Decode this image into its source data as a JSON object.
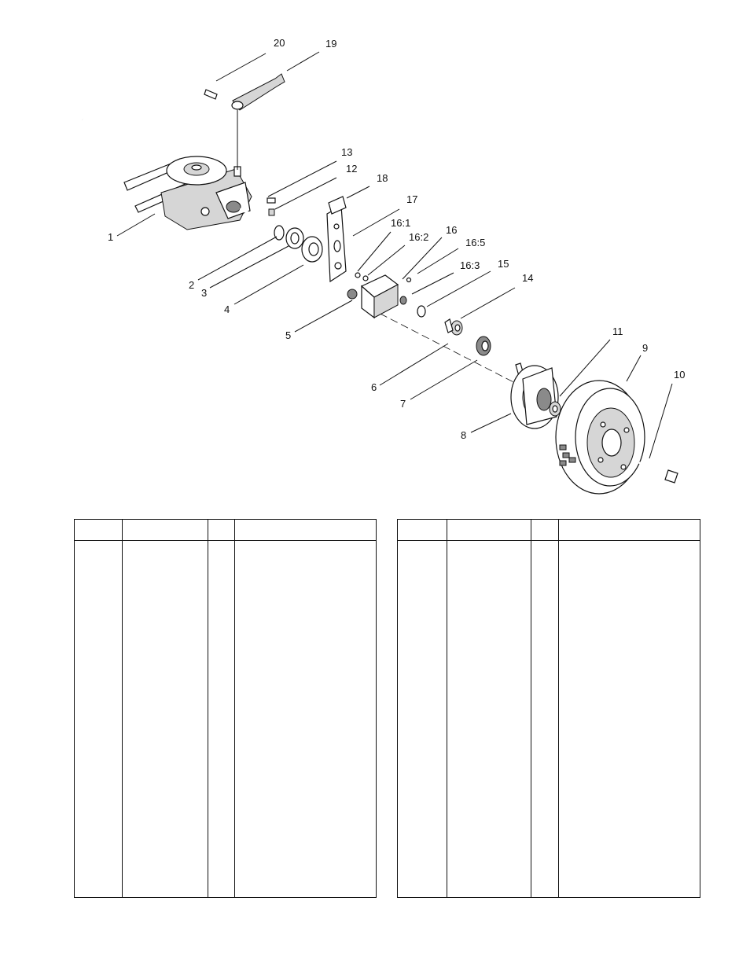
{
  "callouts": {
    "c1": "1",
    "c2": "2",
    "c3": "3",
    "c4": "4",
    "c5": "5",
    "c6": "6",
    "c7": "7",
    "c8": "8",
    "c9": "9",
    "c10": "10",
    "c11": "11",
    "c12": "12",
    "c13": "13",
    "c14": "14",
    "c15": "15",
    "c16": "16",
    "c16_1": "16:1",
    "c16_2": "16:2",
    "c16_3": "16:3",
    "c16_5": "16:5",
    "c17": "17",
    "c18": "18",
    "c19": "19",
    "c20": "20"
  },
  "tables": {
    "left": {
      "columns": [
        "",
        "",
        "",
        ""
      ],
      "rows": []
    },
    "right": {
      "columns": [
        "",
        "",
        "",
        ""
      ],
      "rows": []
    }
  }
}
